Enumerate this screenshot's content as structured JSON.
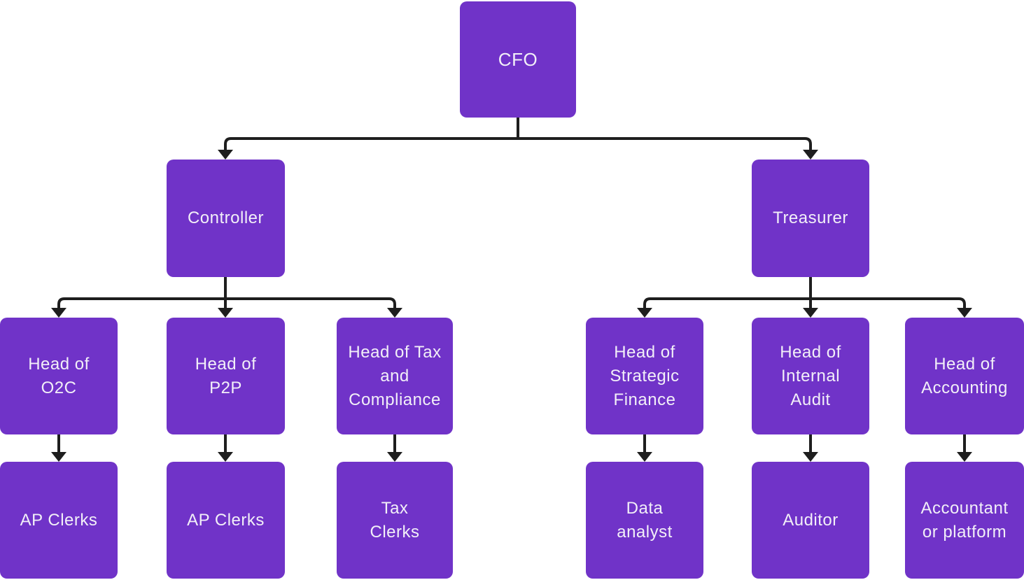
{
  "colors": {
    "background": "#FFFFFF",
    "node_fill": "#7033C8",
    "node_text": "#F2EFF8",
    "connector": "#1E1E1E"
  },
  "nodes": {
    "cfo": {
      "label": "CFO"
    },
    "controller": {
      "label": "Controller"
    },
    "treasurer": {
      "label": "Treasurer"
    },
    "head_o2c": {
      "label": [
        "Head of",
        "O2C"
      ]
    },
    "head_p2p": {
      "label": [
        "Head of",
        "P2P"
      ]
    },
    "head_tax_compliance": {
      "label": [
        "Head of Tax",
        "and",
        "Compliance"
      ]
    },
    "head_strategic_finance": {
      "label": [
        "Head of",
        "Strategic",
        "Finance"
      ]
    },
    "head_internal_audit": {
      "label": [
        "Head of",
        "Internal",
        "Audit"
      ]
    },
    "head_accounting": {
      "label": [
        "Head of",
        "Accounting"
      ]
    },
    "ap_clerks_o2c": {
      "label": "AP Clerks"
    },
    "ap_clerks_p2p": {
      "label": "AP Clerks"
    },
    "tax_clerks": {
      "label": [
        "Tax",
        "Clerks"
      ]
    },
    "data_analyst": {
      "label": [
        "Data",
        "analyst"
      ]
    },
    "auditor": {
      "label": "Auditor"
    },
    "accountant_or_platform": {
      "label": [
        "Accountant",
        "or platform"
      ]
    }
  },
  "edges": [
    {
      "from": "cfo",
      "to": "controller"
    },
    {
      "from": "cfo",
      "to": "treasurer"
    },
    {
      "from": "controller",
      "to": "head_o2c"
    },
    {
      "from": "controller",
      "to": "head_p2p"
    },
    {
      "from": "controller",
      "to": "head_tax_compliance"
    },
    {
      "from": "treasurer",
      "to": "head_strategic_finance"
    },
    {
      "from": "treasurer",
      "to": "head_internal_audit"
    },
    {
      "from": "treasurer",
      "to": "head_accounting"
    },
    {
      "from": "head_o2c",
      "to": "ap_clerks_o2c"
    },
    {
      "from": "head_p2p",
      "to": "ap_clerks_p2p"
    },
    {
      "from": "head_tax_compliance",
      "to": "tax_clerks"
    },
    {
      "from": "head_strategic_finance",
      "to": "data_analyst"
    },
    {
      "from": "head_internal_audit",
      "to": "auditor"
    },
    {
      "from": "head_accounting",
      "to": "accountant_or_platform"
    }
  ]
}
